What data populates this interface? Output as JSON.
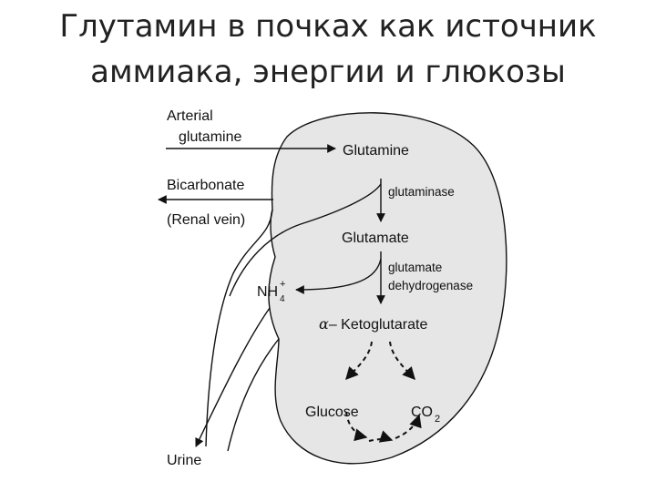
{
  "title": {
    "line1": "Глутамин в почках как источник",
    "line2": "аммиака, энергии и глюкозы"
  },
  "diagram": {
    "arterial_line1": "Arterial",
    "arterial_line2": "glutamine",
    "bicarbonate": "Bicarbonate",
    "renal_vein": "(Renal vein)",
    "glutamine": "Glutamine",
    "glutaminase": "glutaminase",
    "glutamate": "Glutamate",
    "gdh_line1": "glutamate",
    "gdh_line2": "dehydrogenase",
    "nh4_base": "NH",
    "nh4_sub": "4",
    "nh4_sup": "+",
    "alpha": "α",
    "ketoglutarate": "– Ketoglutarate",
    "glucose": "Glucose",
    "co2_base": "CO",
    "co2_sub": "2",
    "urine": "Urine"
  },
  "colors": {
    "line": "#111111",
    "kidney_fill": "#e6e6e6",
    "text": "#111111"
  }
}
